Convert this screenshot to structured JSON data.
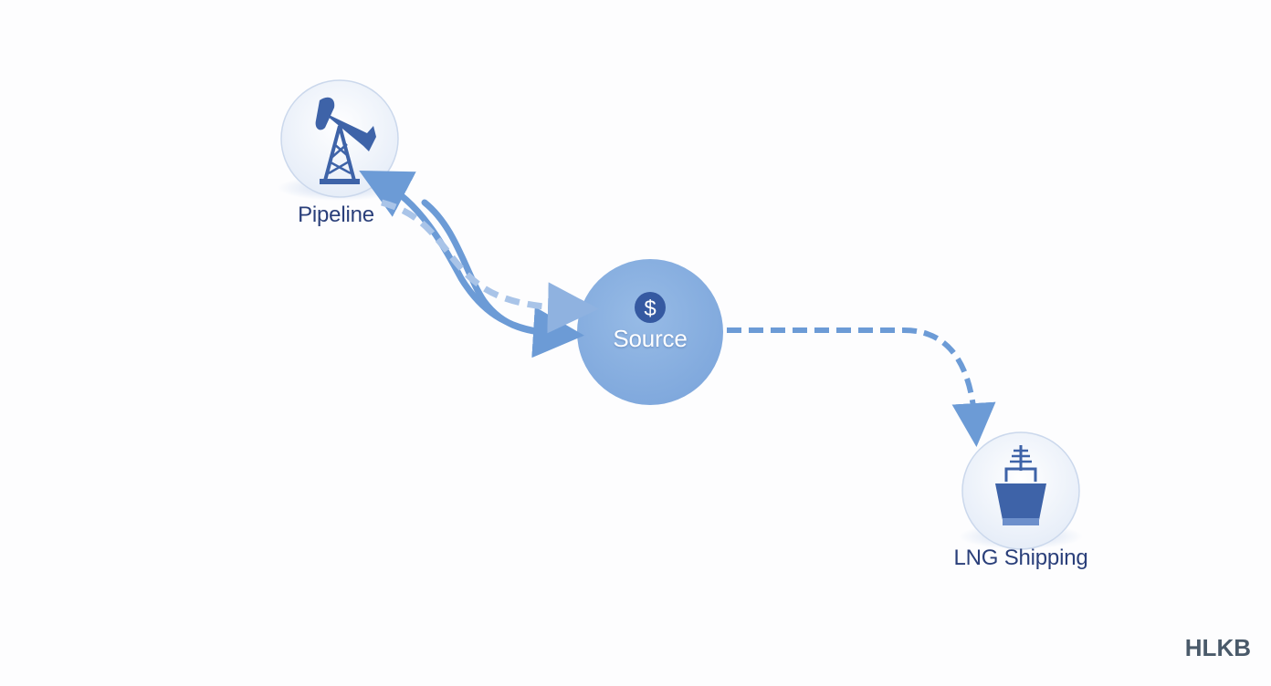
{
  "nodes": {
    "pipeline": {
      "label": "Pipeline",
      "icon": "oil-pumpjack-icon"
    },
    "source": {
      "label": "Source",
      "icon": "dollar-icon",
      "symbol": "$"
    },
    "lng_shipping": {
      "label": "LNG Shipping",
      "icon": "ship-icon"
    }
  },
  "watermark": "HLKB",
  "colors": {
    "node_fill": "#eef3fb",
    "node_stroke": "#c9d6ea",
    "source_fill": "#86aee0",
    "icon": "#3e63a8",
    "arrow": "#6c9bd6",
    "arrow_light": "#a9c4e8",
    "label": "#2a3f7a"
  }
}
